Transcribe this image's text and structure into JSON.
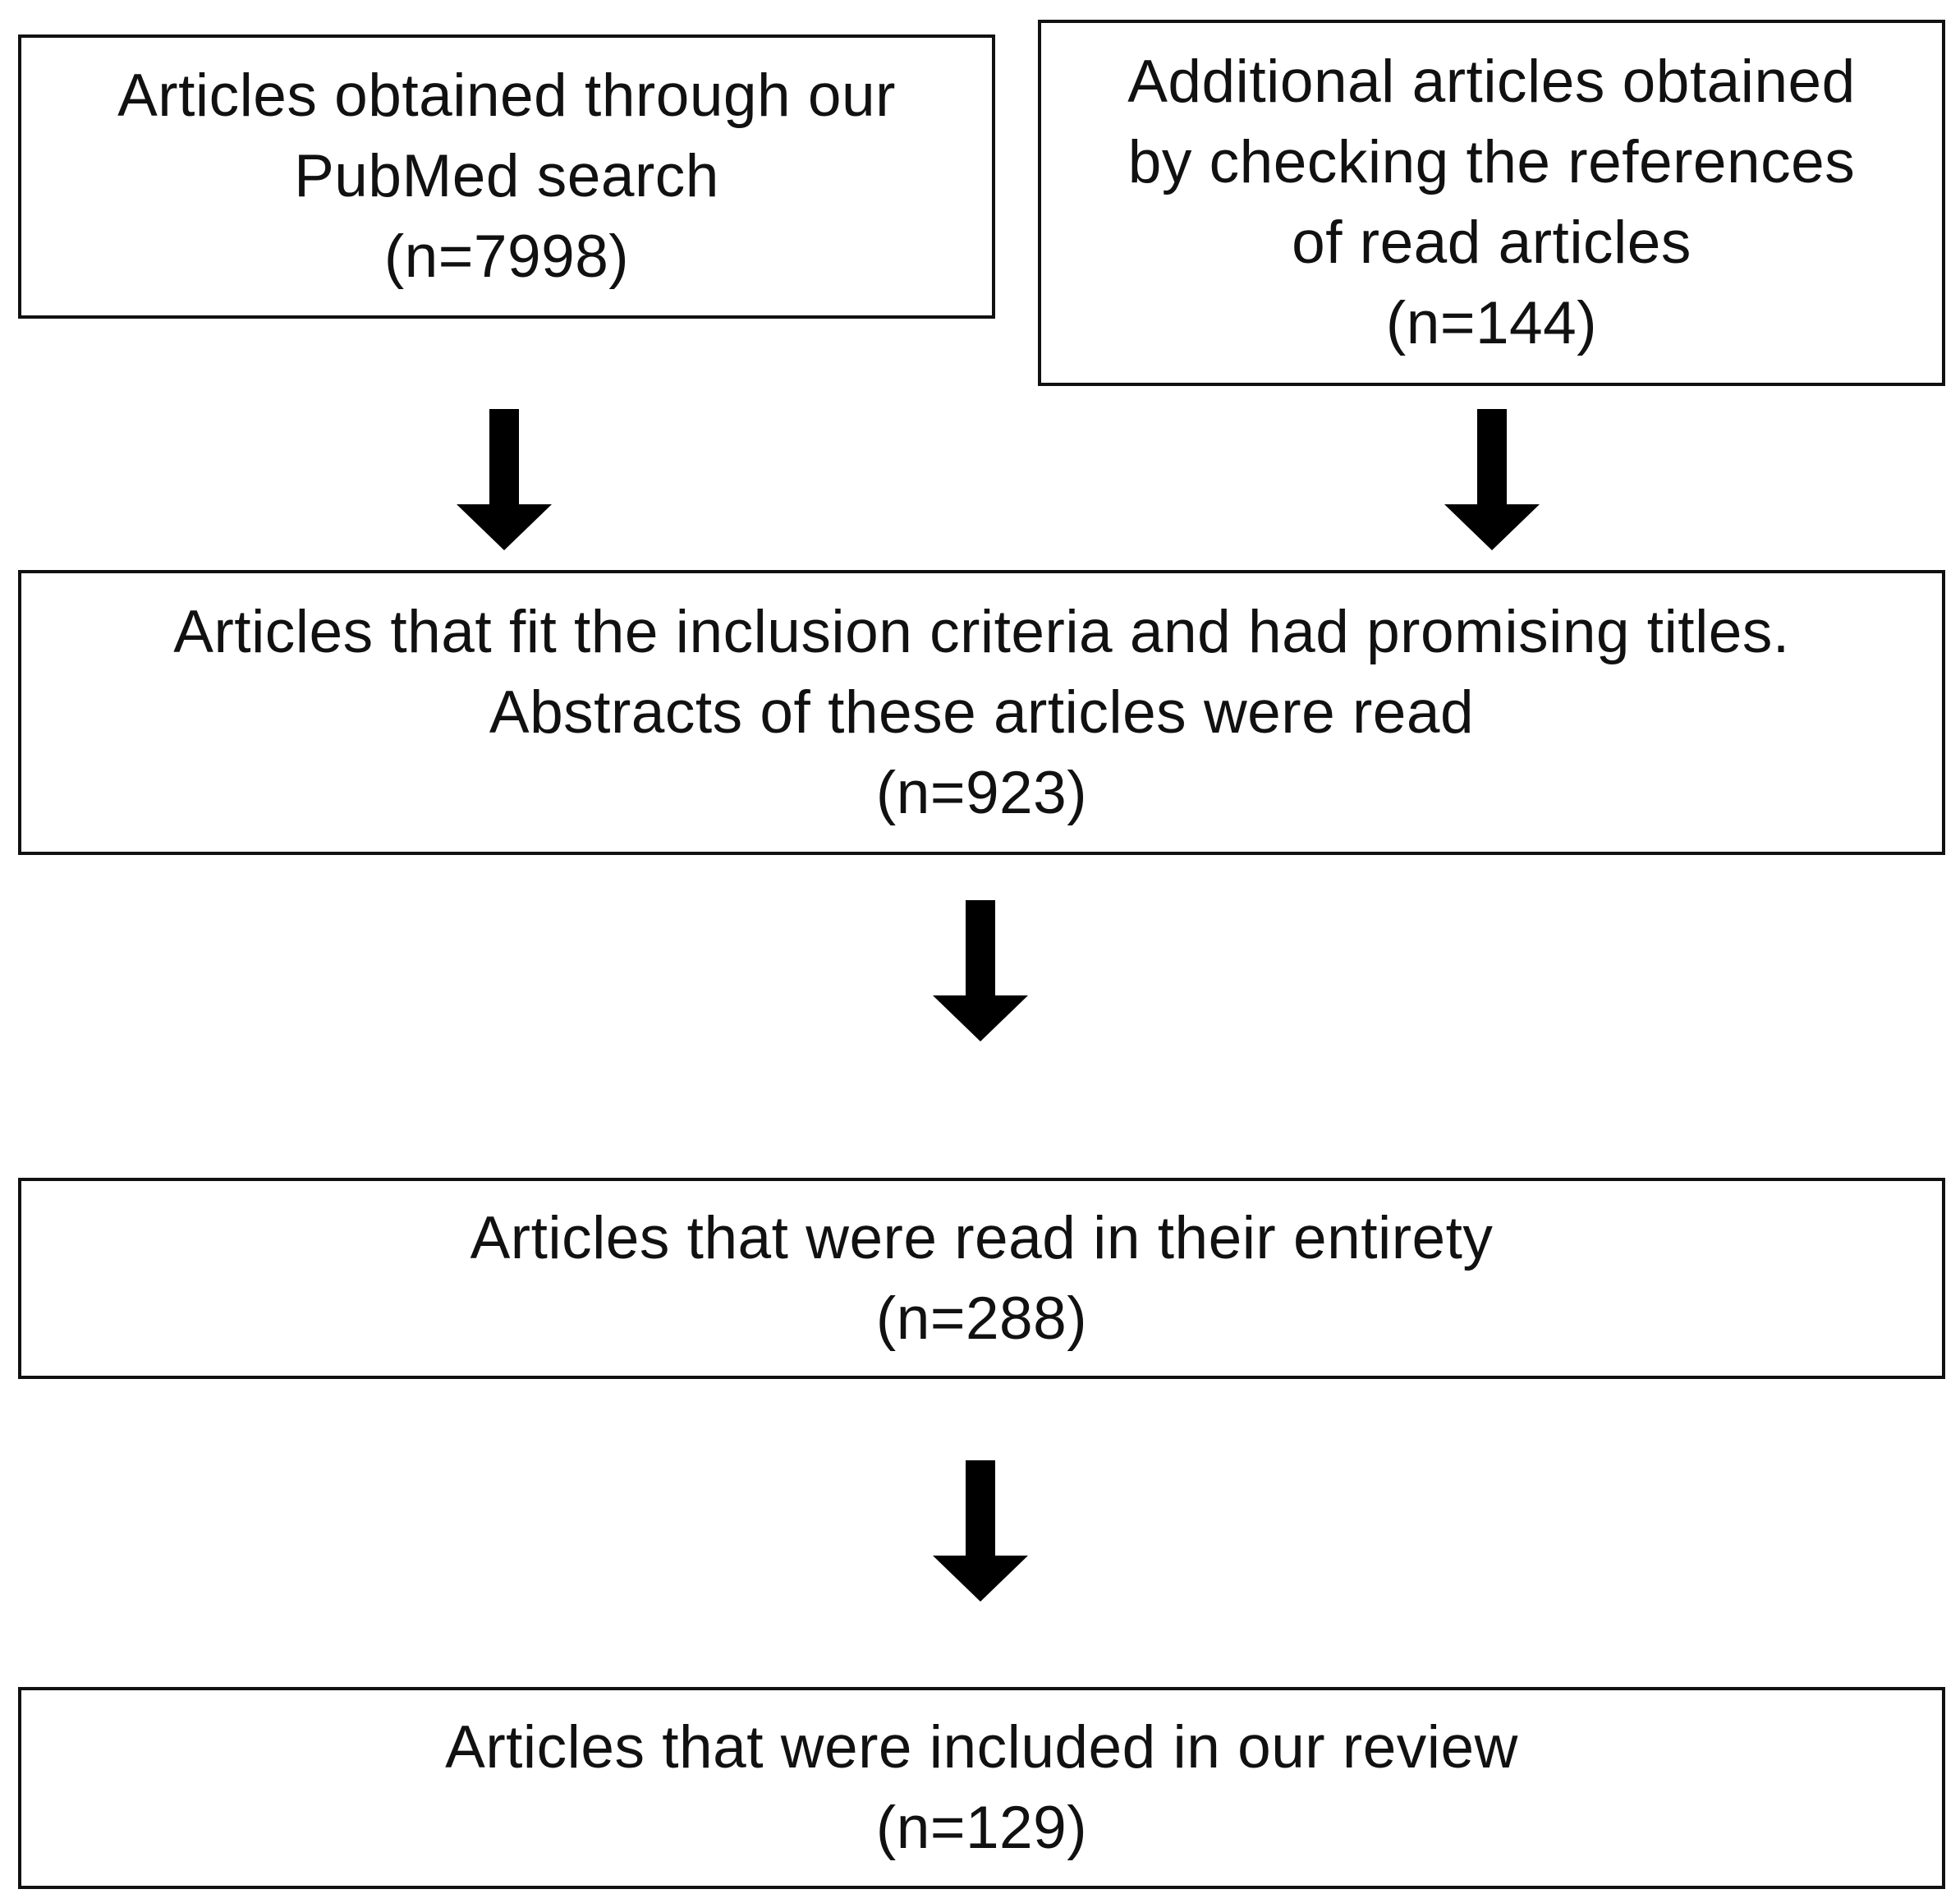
{
  "boxes": {
    "pubmed": {
      "lines": [
        "Articles obtained through our",
        "PubMed search",
        "(n=7998)"
      ]
    },
    "additional": {
      "lines": [
        "Additional articles obtained",
        "by checking the references",
        "of read articles",
        "(n=144)"
      ]
    },
    "abstracts": {
      "lines": [
        "Articles that fit the inclusion criteria and had promising titles.",
        "Abstracts of these articles were read",
        "(n=923)"
      ]
    },
    "fulltext": {
      "lines": [
        "Articles that were read in their entirety",
        "(n=288)"
      ]
    },
    "included": {
      "lines": [
        "Articles that were included in our review",
        "(n=129)"
      ]
    }
  },
  "colors": {
    "border": "#111111",
    "arrow": "#000000",
    "text": "#111111",
    "background": "#ffffff"
  }
}
